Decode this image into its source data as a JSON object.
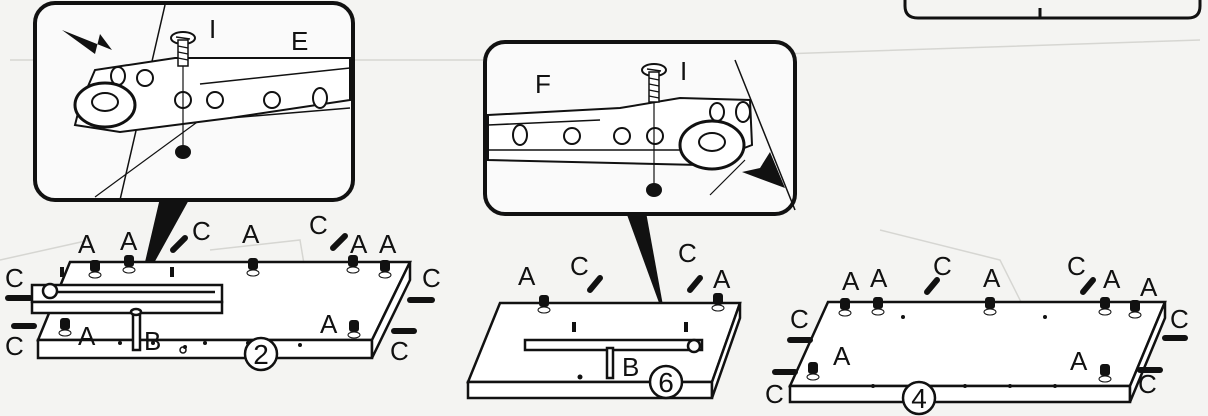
{
  "step_labels": {
    "panel_left": "2",
    "panel_middle": "6",
    "panel_right": "4"
  },
  "callout_left": {
    "screw_label": "I",
    "part_label": "E"
  },
  "callout_middle": {
    "part_label": "F",
    "screw_label": "I"
  },
  "part_letters": {
    "cam": "A",
    "dowel": "C",
    "pin": "B"
  },
  "colors": {
    "ink": "#111111",
    "paper": "#f4f4f2"
  }
}
